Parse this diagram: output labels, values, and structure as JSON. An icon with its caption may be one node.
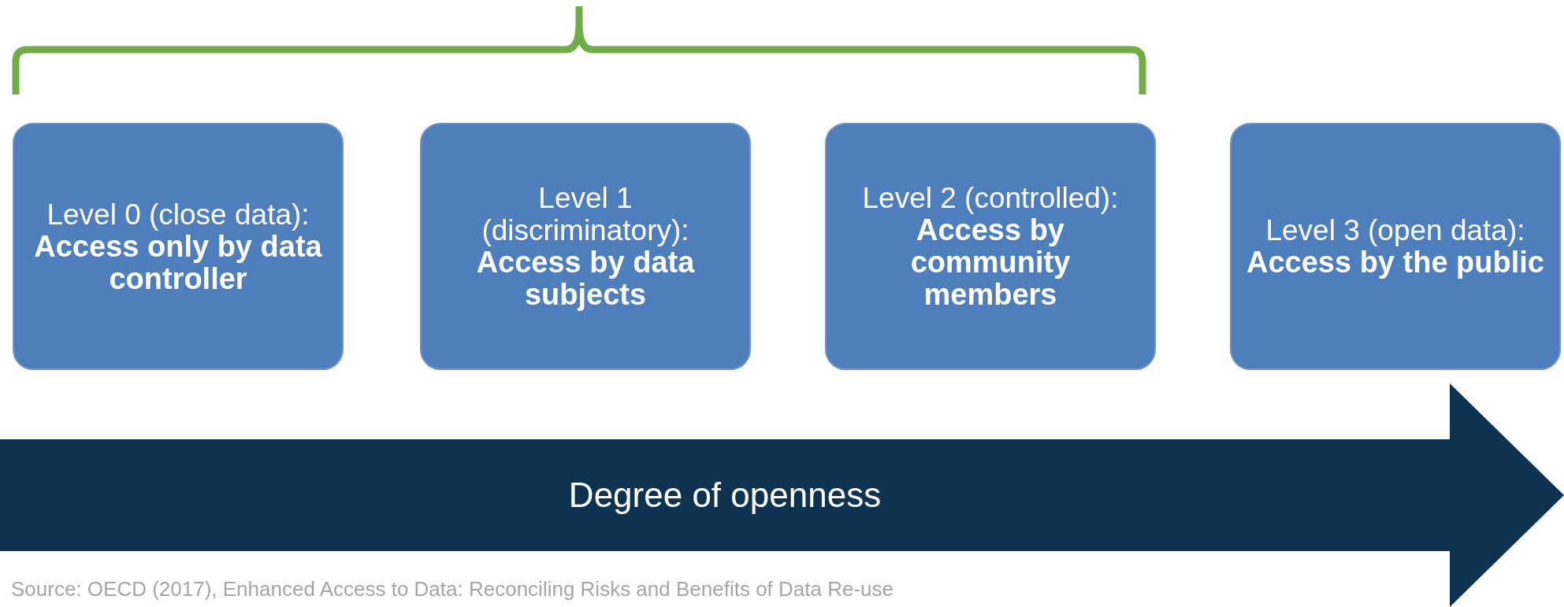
{
  "diagram": {
    "nodes": [
      {
        "text": [
          "Level 0 (close data):",
          "Access only by data controller"
        ]
      },
      {
        "text": [
          "Level 1 (discriminatory):",
          "Access by data subjects"
        ]
      },
      {
        "text": [
          "Level 2 (controlled):",
          "Access by community members"
        ]
      },
      {
        "text": [
          "Level 3 (open data):",
          "Access by the public"
        ]
      },
      {
        "text": [
          "Degree of openness"
        ]
      }
    ],
    "labels": [
      "Source: OECD (2017), Enhanced Access to Data: Reconciling Risks and Benefits of Data Re-use"
    ]
  }
}
